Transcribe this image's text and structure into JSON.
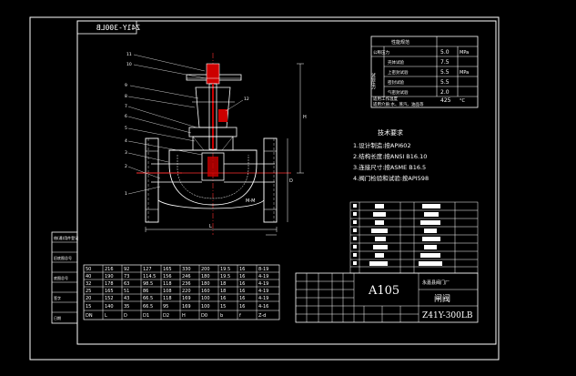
{
  "drawing": {
    "title_mirrored": "Z41Y-300LB",
    "tech_heading": "技术要求",
    "tech_requirements": [
      "1.设计制造:按API602",
      "2.结构长度:按ANSI B16.10",
      "3.连接尺寸:按ASME B16.5",
      "4.阀门检验和试验:按API598"
    ],
    "flange_label": "M-M",
    "dim_h": "H",
    "dim_l": "L",
    "dim_d": "D",
    "dim_h1": "h",
    "balloons": [
      "11",
      "10",
      "9",
      "8",
      "7",
      "6",
      "5",
      "4",
      "3",
      "2",
      "1",
      "12"
    ],
    "perf_table": {
      "header": "性能规范",
      "side_label": "试验压力",
      "rows": [
        {
          "label": "公称压力",
          "value": "5.0",
          "unit": "MPa"
        },
        {
          "label": "壳体试验",
          "value": "7.5",
          "unit": ""
        },
        {
          "label": "上密封试验",
          "value": "5.5",
          "unit": "MPa"
        },
        {
          "label": "密封试验",
          "value": "5.5",
          "unit": ""
        },
        {
          "label": "气密封试验",
          "value": "2.0",
          "unit": ""
        },
        {
          "label": "适用工作温度",
          "value": "425",
          "unit": "°C"
        },
        {
          "label": "适用介质:水、蒸汽、油品等",
          "value": "",
          "unit": ""
        }
      ]
    },
    "dim_table": {
      "rows": [
        [
          "50",
          "216",
          "92",
          "127",
          "165",
          "330",
          "200",
          "19.5",
          "16",
          "8-19"
        ],
        [
          "40",
          "190",
          "73",
          "114.5",
          "156",
          "246",
          "180",
          "19.5",
          "16",
          "4-19"
        ],
        [
          "32",
          "178",
          "63",
          "98.5",
          "118",
          "236",
          "180",
          "18",
          "16",
          "4-19"
        ],
        [
          "25",
          "165",
          "51",
          "86",
          "108",
          "220",
          "160",
          "18",
          "16",
          "4-19"
        ],
        [
          "20",
          "152",
          "43",
          "66.5",
          "118",
          "169",
          "100",
          "16",
          "16",
          "4-19"
        ],
        [
          "15",
          "140",
          "35",
          "66.5",
          "95",
          "169",
          "100",
          "15",
          "16",
          "4-16"
        ],
        [
          "DN",
          "L",
          "D",
          "D1",
          "D2",
          "H",
          "D0",
          "b",
          "f",
          "Z-d"
        ]
      ]
    },
    "title_block": {
      "code": "A105",
      "company": "永嘉县阀门厂",
      "name": "闸阀",
      "model": "Z41Y-300LB"
    },
    "left_block_labels": [
      "借(通)用件登记",
      "",
      "旧底图总号",
      "",
      "底图总号",
      "",
      "签字",
      "",
      "日期"
    ]
  }
}
